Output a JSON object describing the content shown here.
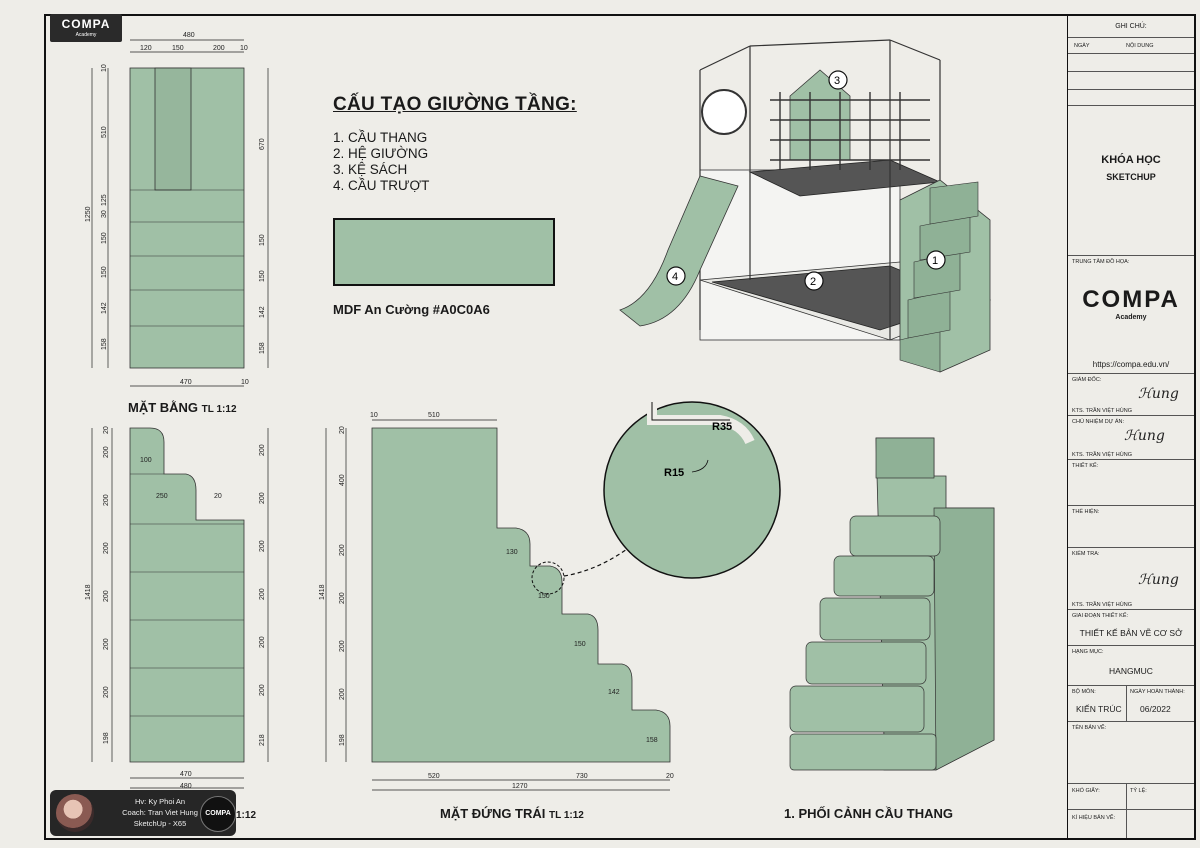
{
  "logo_top": {
    "word": "COMPA",
    "sub": "Academy"
  },
  "main_title": "CẤU TẠO GIƯỜNG TẦNG:",
  "parts": [
    "1. CẦU THANG",
    "2. HỆ GIƯỜNG",
    "3. KỆ SÁCH",
    "4. CẦU TRƯỢT"
  ],
  "material": {
    "label": "MDF An Cường #A0C0A6",
    "color": "#a0c0a6"
  },
  "views": {
    "plan": {
      "title": "MẶT BẰNG",
      "scale": "TL 1:12"
    },
    "elevation": {
      "title": "MẶT ĐỨNG TRÁI",
      "scale": "TL 1:12"
    },
    "perspective": {
      "title": "1. PHỐI CẢNH CẦU THANG"
    },
    "left_view_scale": "1:12"
  },
  "plan_dims": {
    "top_total": "480",
    "top_parts": [
      "120",
      "150",
      "200",
      "10"
    ],
    "left_edge": "10",
    "left_total": "1250",
    "left_parts": [
      "510",
      "125",
      "30",
      "150",
      "150",
      "142",
      "158"
    ],
    "right_parts": [
      "670",
      "150",
      "150",
      "142",
      "158"
    ],
    "bottom_inner": "470",
    "bottom_edge": "10"
  },
  "side_dims": {
    "top_edge": "20",
    "inner": [
      "100",
      "250",
      "20"
    ],
    "left_total": "1418",
    "left_parts": [
      "200",
      "200",
      "200",
      "200",
      "200",
      "200",
      "198"
    ],
    "right_parts": [
      "200",
      "200",
      "200",
      "200",
      "200",
      "200",
      "218"
    ],
    "bottom_inner": "470",
    "bottom_total": "480"
  },
  "elev_dims": {
    "top": [
      "10",
      "510"
    ],
    "left_total": "1418",
    "left_parts": [
      "20",
      "400",
      "200",
      "200",
      "200",
      "200",
      "198"
    ],
    "steps": [
      "130",
      "150",
      "150",
      "142",
      "158"
    ],
    "bottom": [
      "520",
      "730",
      "20"
    ],
    "bottom_total": "1270"
  },
  "detail": {
    "r1": "R35",
    "r2": "R15"
  },
  "numbers": [
    "1",
    "2",
    "3",
    "4"
  ],
  "panel": {
    "notes_title": "GHI CHÚ:",
    "col_date": "NGÀY",
    "col_content": "NỘI DUNG",
    "course": "KHÓA HỌC",
    "course_sub": "SKETCHUP",
    "center_label": "TRUNG TÂM ĐỒ HỌA:",
    "brand": "COMPA",
    "brand_sub": "Academy",
    "url": "https://compa.edu.vn/",
    "director_label": "GIÁM ĐỐC:",
    "director_name": "KTS. TRẦN VIỆT HÙNG",
    "pm_label": "CHỦ NHIỆM DỰ ÁN:",
    "pm_name": "KTS. TRẦN VIỆT HÙNG",
    "design_label": "THIẾT KẾ:",
    "exec_label": "THỂ HIỆN:",
    "check_label": "KIỂM TRA:",
    "check_name": "KTS. TRẦN VIỆT HÙNG",
    "phase_label": "GIAI ĐOẠN THIẾT KẾ:",
    "phase": "THIẾT KẾ BẢN VẼ CƠ SỞ",
    "item_label": "HẠNG MỤC:",
    "item": "HANGMUC",
    "dept_label": "BỘ MÔN:",
    "dept": "KIẾN TRÚC",
    "done_label": "NGÀY HOÀN THÀNH:",
    "done": "06/2022",
    "drawing_label": "TÊN BẢN VẼ:",
    "size_label": "KHỔ GIẤY:",
    "ratio_label": "TỶ LỆ:",
    "code_label": "KÍ HIỆU BẢN VẼ:"
  },
  "credit": {
    "line1": "Hv: Ky Phoi An",
    "line2": "Coach: Tran Viet Hung",
    "line3": "SketchUp - X65",
    "mini": "COMPA"
  }
}
